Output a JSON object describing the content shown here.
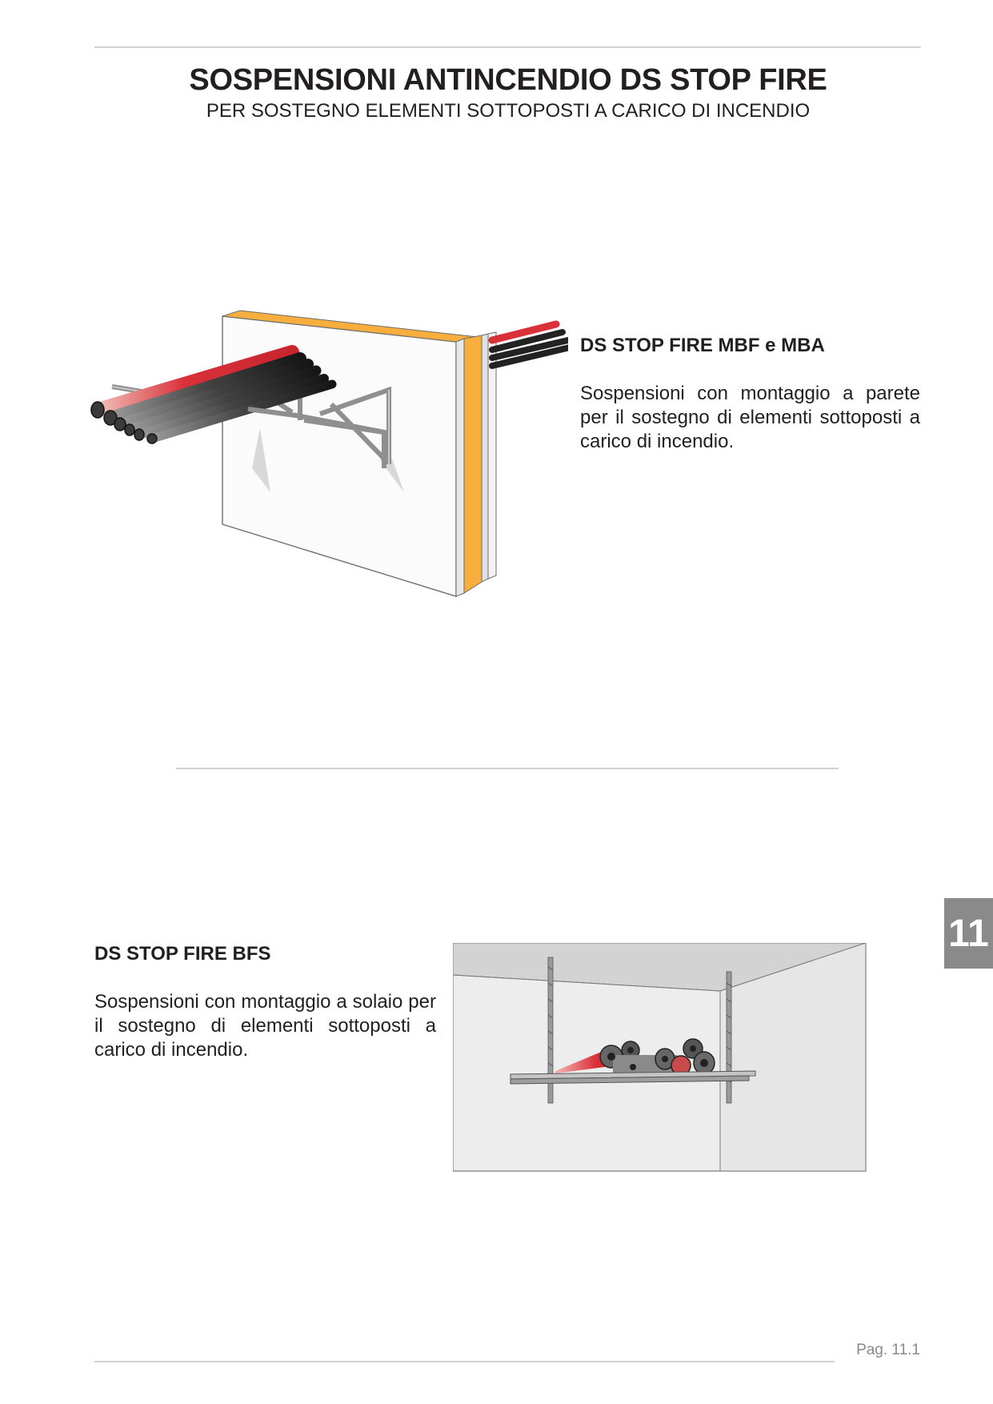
{
  "header": {
    "title": "SOSPENSIONI ANTINCENDIO DS STOP FIRE",
    "subtitle": "PER SOSTEGNO ELEMENTI SOTTOPOSTI A CARICO DI INCENDIO"
  },
  "section_wall": {
    "heading": "DS STOP FIRE MBF e MBA",
    "body": "Sospensioni con montaggio a parete per il sostegno di elementi sottoposti a carico di incendio."
  },
  "section_ceiling": {
    "heading": "DS STOP FIRE BFS",
    "body": "Sospensioni con montaggio a solaio per il sostegno di elementi sottoposti a carico di incendio."
  },
  "chapter_tab": "11",
  "footer": {
    "page_number": "Pag. 11.1"
  },
  "colors": {
    "fire_board": "#f7ae3c",
    "pipe_hot": "#d9303a",
    "pipe_dark": "#2a2a2a",
    "tab": "#8a8a8a"
  }
}
